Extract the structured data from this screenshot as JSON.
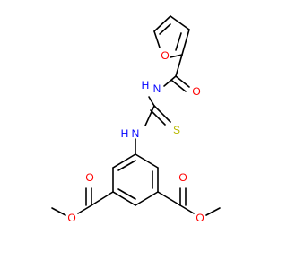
{
  "colors": {
    "bond": "#000000",
    "oxygen": "#ff0000",
    "nitrogen": "#0000ff",
    "sulfur": "#b8b800",
    "background": "#ffffff"
  },
  "molecule": {
    "atoms": {
      "o_furan": "O",
      "o_amide": "O",
      "nh_top": "H",
      "n_top": "N",
      "s_thio": "S",
      "nh_mid": "H",
      "n_mid": "N",
      "o_ester_left_carbonyl": "O",
      "o_ester_left_ether": "O",
      "o_ester_right_carbonyl": "O",
      "o_ester_right_ether": "O"
    }
  }
}
